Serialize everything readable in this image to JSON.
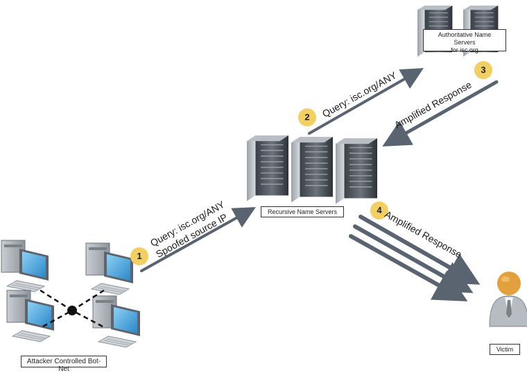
{
  "auth_servers": {
    "label_line1": "Authoritative Name Servers",
    "label_line2": "for isc.org"
  },
  "recursive_servers": {
    "label": "Recursive Name Servers"
  },
  "botnet": {
    "label": "Attacker Controlled Bot-Net"
  },
  "victim": {
    "label": "Victim"
  },
  "steps": [
    {
      "number": "1",
      "text_line1": "Query: isc.org/ANY",
      "text_line2": "Spoofed source IP"
    },
    {
      "number": "2",
      "text": "Query: isc.org/ANY"
    },
    {
      "number": "3",
      "text": "Amplified Response"
    },
    {
      "number": "4",
      "text": "Amplified Response"
    }
  ],
  "colors": {
    "arrow": "#5a6470",
    "badge": "#f2cf63",
    "screen": "#4aa8dc",
    "victim_head": "#e2a13c"
  }
}
